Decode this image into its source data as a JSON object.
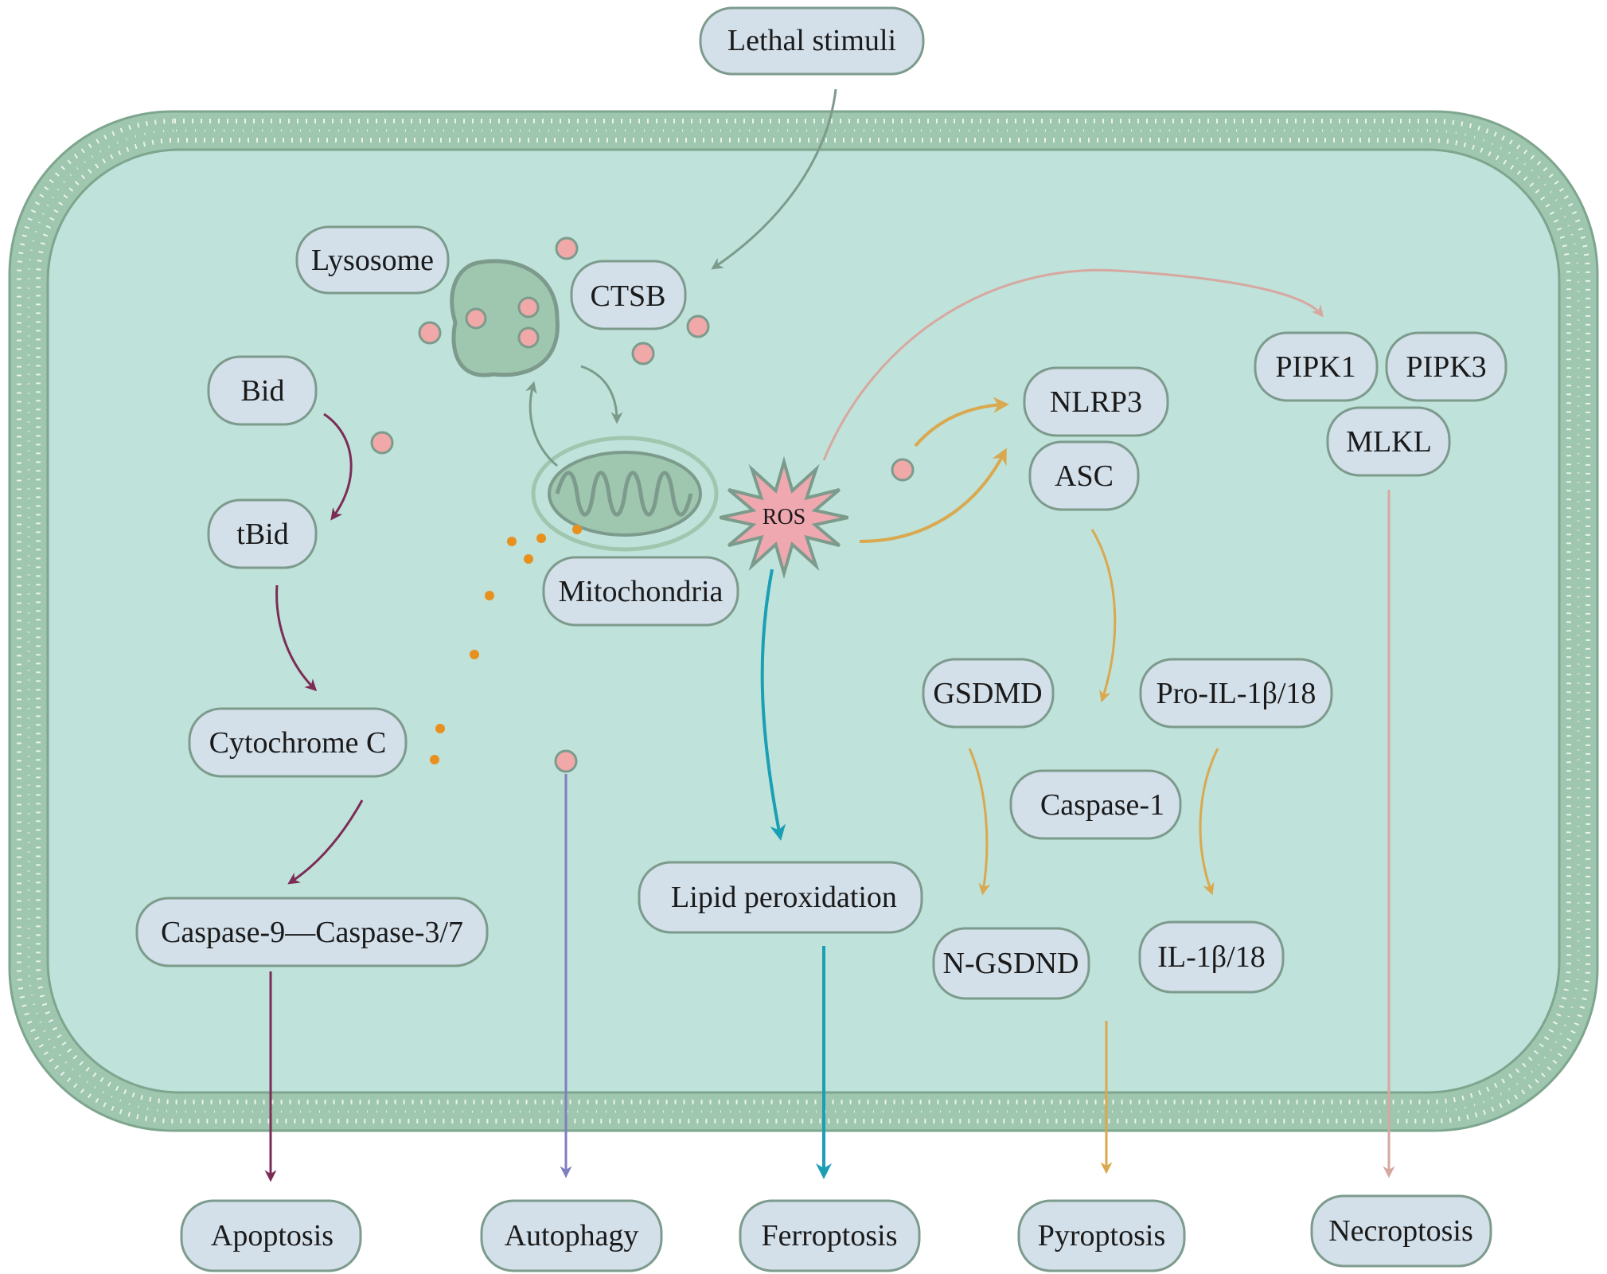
{
  "labels": {
    "lethal_stimuli": "Lethal stimuli",
    "lysosome": "Lysosome",
    "ctsb": "CTSB",
    "bid": "Bid",
    "tbid": "tBid",
    "cytochrome_c": "Cytochrome C",
    "caspase_chain": "Caspase-9—Caspase-3/7",
    "mitochondria": "Mitochondria",
    "ros": "ROS",
    "nlrp3": "NLRP3",
    "asc": "ASC",
    "pipk1": "PIPK1",
    "pipk3": "PIPK3",
    "mlkl": "MLKL",
    "gsdmd": "GSDMD",
    "pro_il": "Pro-IL-1β/18",
    "caspase1": "Caspase-1",
    "lipid_peroxidation": "Lipid peroxidation",
    "n_gsdnd": "N-GSDND",
    "il": "IL-1β/18"
  },
  "outcomes": {
    "apoptosis": "Apoptosis",
    "autophagy": "Autophagy",
    "ferroptosis": "Ferroptosis",
    "pyroptosis": "Pyroptosis",
    "necroptosis": "Necroptosis"
  },
  "colors": {
    "cytoplasm": "#bfe2da",
    "membrane": "#8fb8a0",
    "node_fill": "#d3e0ea",
    "node_stroke": "#7d9b8c",
    "apoptosis_path": "#7b2d55",
    "autophagy_path": "#7f7ec0",
    "ferroptosis_path": "#1b9fb5",
    "pyroptosis_path": "#d9a84f",
    "necroptosis_path": "#d6a8a0",
    "organelle_path": "#7d9b8c",
    "ros_fill": "#f0a8b0",
    "particle": "#f0a8a8",
    "cyt_c_dot": "#e8901e"
  }
}
